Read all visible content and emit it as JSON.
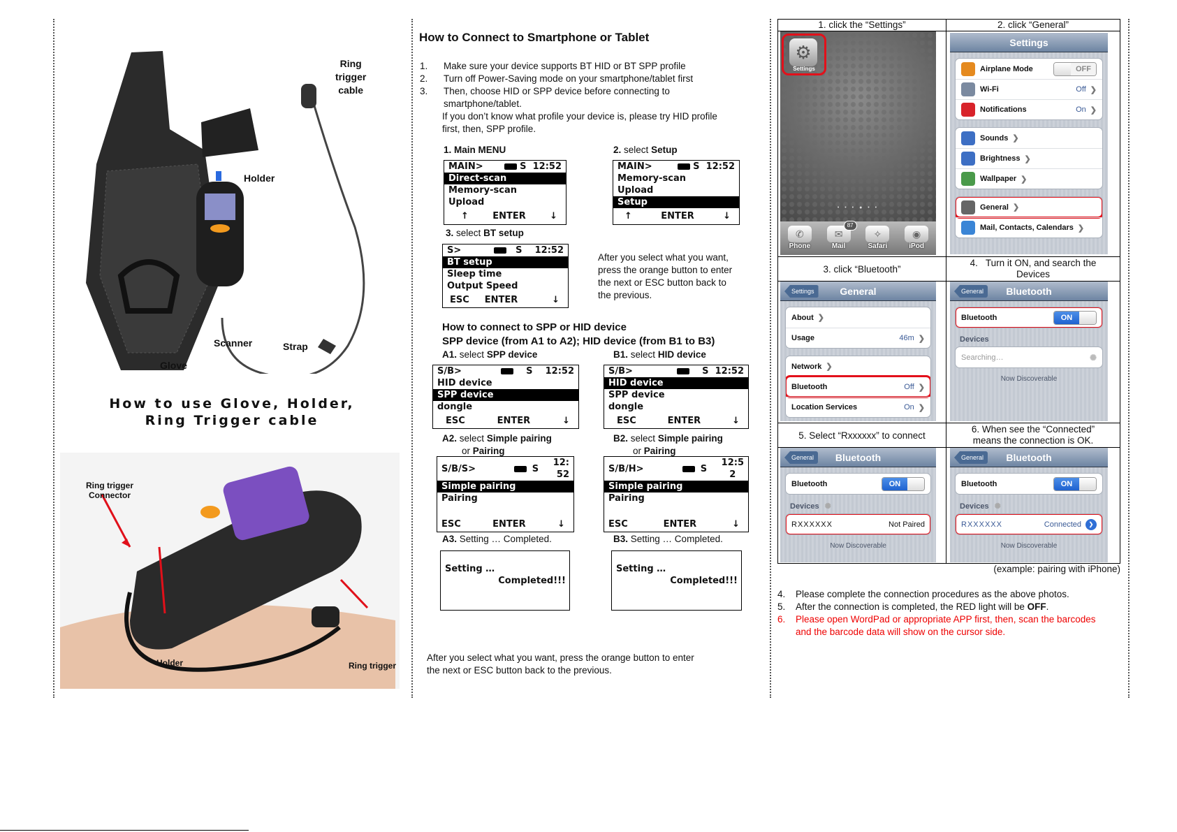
{
  "left": {
    "photo1_labels": {
      "ring_trigger_cable": "Ring\ntrigger\ncable",
      "holder": "Holder",
      "scanner": "Scanner",
      "strap": "Strap",
      "glove": "Glove"
    },
    "title_line1": "How to use Glove, Holder,",
    "title_line2": "Ring Trigger cable",
    "photo2_labels": {
      "connector": "Ring trigger\nConnector",
      "holder": "Holder",
      "ring_trigger": "Ring trigger"
    }
  },
  "middle": {
    "title": "How to Connect to Smartphone or Tablet",
    "steps": [
      {
        "num": "1.",
        "text": "Make sure your device supports BT HID or BT SPP profile"
      },
      {
        "num": "2.",
        "text": "Turn off Power-Saving mode on your smartphone/tablet first"
      },
      {
        "num": "3.",
        "text": "Then, choose HID or SPP device before connecting to"
      }
    ],
    "step3_cont": "smartphone/tablet.",
    "note_line1": "If you don’t know what profile your device is, please try HID profile",
    "note_line2": "first, then, SPP profile.",
    "menu1": {
      "label_num": "1. Main MENU",
      "header": "MAIN>",
      "s": "S",
      "time": "12:52",
      "items": [
        "Direct-scan",
        "Memory-scan",
        "Upload"
      ],
      "foot": [
        "↑",
        "ENTER",
        "↓"
      ]
    },
    "menu2": {
      "label_num": "2.",
      "label_pre": "select",
      "label_bold": "Setup",
      "header": "MAIN>",
      "s": "S",
      "time": "12:52",
      "items": [
        "Memory-scan",
        "Upload",
        "Setup"
      ],
      "foot": [
        "↑",
        "ENTER",
        "↓"
      ]
    },
    "menu3": {
      "label_num": "3.",
      "label_pre": "select",
      "label_bold": "BT setup",
      "header": "S>",
      "s": "S",
      "time": "12:52",
      "items": [
        "BT setup",
        "Sleep time",
        "Output Speed"
      ],
      "foot": [
        "ESC",
        "ENTER",
        "↓"
      ]
    },
    "side_note": [
      "After you select what you want,",
      "press the orange button to enter",
      "the next or ESC button back to",
      "the previous."
    ],
    "spp_title": "How to connect to SPP or HID device",
    "spp_subtitle": "SPP device (from A1 to A2); HID device (from B1 to B3)",
    "a1": {
      "num": "A1.",
      "pre": "select",
      "bold": "SPP device",
      "header": "S/B>",
      "s": "S",
      "time": "12:52",
      "items": [
        "HID device",
        "SPP device",
        "dongle"
      ],
      "foot": [
        "ESC",
        "ENTER",
        "↓"
      ]
    },
    "b1": {
      "num": "B1.",
      "pre": "select",
      "bold": "HID device",
      "header": "S/B>",
      "s": "S",
      "time": "12:52",
      "items": [
        "HID device",
        "SPP device",
        "dongle"
      ],
      "foot": [
        "ESC",
        "ENTER",
        "↓"
      ]
    },
    "a2": {
      "num": "A2.",
      "pre": "select",
      "bold": "Simple pairing",
      "or": "or",
      "bold2": "Pairing",
      "header": "S/B/S>",
      "s": "S",
      "time1": "12:",
      "time2": "52",
      "items": [
        "Simple pairing",
        "Pairing"
      ],
      "foot": [
        "ESC",
        "ENTER",
        "↓"
      ]
    },
    "b2": {
      "num": "B2.",
      "pre": "select",
      "bold": "Simple pairing",
      "or": "or",
      "bold2": "Pairing",
      "header": "S/B/H>",
      "s": "S",
      "time1": "12:5",
      "time2": "2",
      "items": [
        "Simple pairing",
        "Pairing"
      ],
      "foot": [
        "ESC",
        "ENTER",
        "↓"
      ]
    },
    "a3": {
      "num": "A3.",
      "text": "Setting … Completed.",
      "line1": "Setting …",
      "line2": "Completed!!!"
    },
    "b3": {
      "num": "B3.",
      "text": "Setting … Completed.",
      "line1": "Setting …",
      "line2": "Completed!!!"
    },
    "bottom_note": [
      "After you select what you want, press the orange button to enter",
      "the next or ESC button back to the previous."
    ]
  },
  "right": {
    "headers": [
      "1. click the “Settings”",
      "2. click “General”",
      "3.   click “Bluetooth”",
      "4.   Turn it ON, and search the\nDevices",
      "5. Select “Rxxxxxx” to connect",
      "6. When see the “Connected”\nmeans the connection is OK."
    ],
    "home": {
      "settings_label": "Settings",
      "dock": [
        "Phone",
        "Mail",
        "Safari",
        "iPod"
      ],
      "badge": "87"
    },
    "panels": [
      {
        "title": "Settings",
        "groups": [
          [
            {
              "label": "Airplane Mode",
              "toggle": "OFF",
              "icon": "#e58a1f"
            },
            {
              "label": "Wi-Fi",
              "value": "Off",
              "chev": true,
              "icon": "#7b8aa0"
            },
            {
              "label": "Notifications",
              "value": "On",
              "chev": true,
              "icon": "#d8232a"
            }
          ],
          [
            {
              "label": "Sounds",
              "chev": true,
              "icon": "#3d6fc4"
            },
            {
              "label": "Brightness",
              "chev": true,
              "icon": "#3d6fc4"
            },
            {
              "label": "Wallpaper",
              "chev": true,
              "icon": "#4a9a4a"
            }
          ],
          [
            {
              "label": "General",
              "chev": true,
              "icon": "#666",
              "hl": true
            },
            {
              "label": "Mail, Contacts, Calendars",
              "chev": true,
              "icon": "#3a85d6"
            }
          ]
        ]
      },
      {
        "title": "General",
        "back": "Settings",
        "groups": [
          [
            {
              "label": "About",
              "chev": true
            },
            {
              "label": "Usage",
              "value": "46m",
              "chev": true
            }
          ],
          [
            {
              "label": "Network",
              "chev": true
            },
            {
              "label": "Bluetooth",
              "value": "Off",
              "chev": true,
              "hl": true
            },
            {
              "label": "Location Services",
              "value": "On",
              "chev": true
            }
          ]
        ]
      },
      {
        "title": "Bluetooth",
        "back": "General",
        "groups": [
          [
            {
              "label": "Bluetooth",
              "toggle": "ON",
              "hl": true
            }
          ]
        ],
        "devices": "Devices",
        "device_row": {
          "label": "Searching…",
          "spinner": true,
          "muted": true
        },
        "footer": "Now Discoverable"
      },
      {
        "title": "Bluetooth",
        "back": "General",
        "groups": [
          [
            {
              "label": "Bluetooth",
              "toggle": "ON"
            }
          ]
        ],
        "devices": "Devices",
        "device_row": {
          "label": "RXXXXXX",
          "value": "Not Paired",
          "hl": true
        },
        "footer": "Now Discoverable"
      },
      {
        "title": "Bluetooth",
        "back": "General",
        "groups": [
          [
            {
              "label": "Bluetooth",
              "toggle": "ON"
            }
          ]
        ],
        "devices": "Devices",
        "device_row": {
          "label": "RXXXXXX",
          "value": "Connected",
          "blue": true,
          "arrow": true,
          "hl": true
        },
        "footer": "Now Discoverable"
      }
    ],
    "caption": "(example: pairing with iPhone)",
    "steps": [
      {
        "num": "4.",
        "text": "Please complete the connection procedures as the above photos."
      },
      {
        "num": "5.",
        "text_pre": "After the connection is completed, the RED light will be ",
        "text_bold": "OFF",
        "text_post": "."
      },
      {
        "num": "6.",
        "line1": "Please open WordPad or appropriate APP first, then, scan the barcodes",
        "line2": "and the barcode data will show on the cursor side."
      }
    ],
    "highlight_color": "#e3101a",
    "warning_color": "#e00000"
  }
}
